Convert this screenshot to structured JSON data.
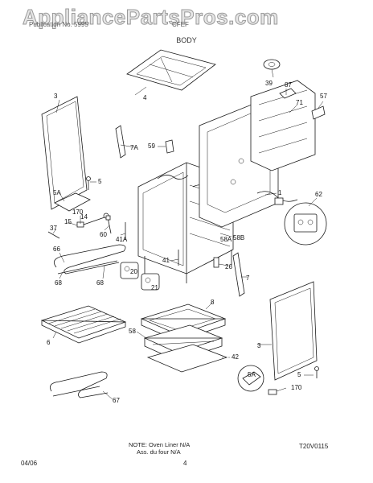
{
  "watermark": "AppliancePartsPros.com",
  "header": {
    "left": "Publication No. 5995",
    "right": "CFEF"
  },
  "section_title": "BODY",
  "labels": {
    "p39": "39",
    "p87": "87",
    "p71": "71",
    "p57": "57",
    "p3a": "3",
    "p4": "4",
    "p59": "59",
    "p7a": "7A",
    "p5a": "5",
    "p5aa": "5A",
    "p170a": "170",
    "p14": "14",
    "p15": "15",
    "p37": "37",
    "p60": "60",
    "p41a": "41A",
    "p66": "66",
    "p68a": "68",
    "p68b": "68",
    "p1": "1",
    "p62": "62",
    "p58a": "58A",
    "p58b": "58B",
    "p41": "41",
    "p26": "26",
    "p7": "7",
    "p20": "20",
    "p21": "21",
    "p8": "8",
    "p58": "58",
    "p42": "42",
    "p6": "6",
    "p67": "67",
    "p3b": "3",
    "p5ab": "5A",
    "p5b": "5",
    "p170b": "170"
  },
  "note": {
    "line1": "NOTE: Oven Liner N/A",
    "line2": "Ass. du four N/A"
  },
  "drawing_code": "T20V0115",
  "date": "04/06",
  "page_number": "4"
}
